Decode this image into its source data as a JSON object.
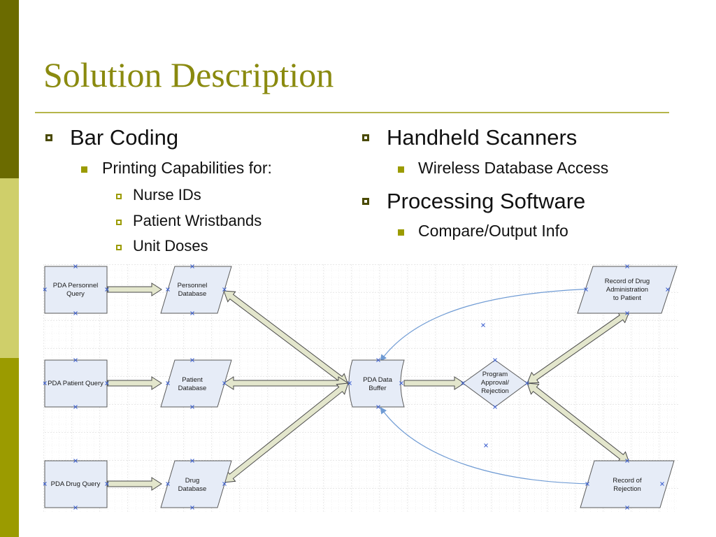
{
  "slide": {
    "title": "Solution Description",
    "left_column": [
      {
        "level": 1,
        "text": "Bar Coding"
      },
      {
        "level": 2,
        "text": "Printing Capabilities for:"
      },
      {
        "level": 3,
        "text": "Nurse IDs"
      },
      {
        "level": 3,
        "text": "Patient Wristbands"
      },
      {
        "level": 3,
        "text": "Unit Doses"
      }
    ],
    "right_column": [
      {
        "level": 1,
        "text": "Handheld Scanners"
      },
      {
        "level": 2,
        "text": "Wireless Database Access"
      },
      {
        "level": 1,
        "text": "Processing Software"
      },
      {
        "level": 2,
        "text": "Compare/Output Info"
      }
    ],
    "colors": {
      "accent": "#8a8a0f",
      "sidebar_dark": "#6b6b00",
      "sidebar_light": "#cfcf6a",
      "sidebar_mid": "#9b9b00",
      "shape_fill": "#e6ecf7",
      "arrow_fill": "#e3e6cc",
      "link_blue": "#6f9bd4"
    }
  },
  "diagram": {
    "nodes": {
      "pda_personnel_query": [
        "PDA Personnel",
        "Query"
      ],
      "pda_patient_query": [
        "PDA Patient Query"
      ],
      "pda_drug_query": [
        "PDA Drug Query"
      ],
      "personnel_database": [
        "Personnel",
        "Database"
      ],
      "patient_database": [
        "Patient",
        "Database"
      ],
      "drug_database": [
        "Drug",
        "Database"
      ],
      "pda_data_buffer": [
        "PDA Data",
        "Buffer"
      ],
      "program_approval": [
        "Program",
        "Approval/",
        "Rejection"
      ],
      "record_administration": [
        "Record of Drug",
        "Administration",
        "to Patient"
      ],
      "record_rejection": [
        "Record of",
        "Rejection"
      ]
    }
  }
}
